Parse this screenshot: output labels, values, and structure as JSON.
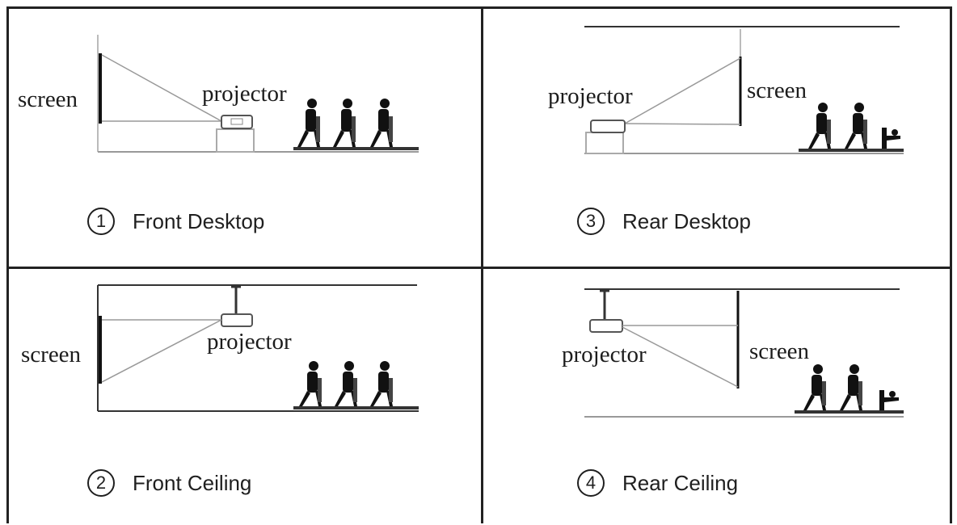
{
  "panels": [
    {
      "id": "front-desktop",
      "number": "1",
      "caption": "Front Desktop",
      "screen_label": "screen",
      "projector_label": "projector"
    },
    {
      "id": "rear-desktop",
      "number": "3",
      "caption": "Rear Desktop",
      "screen_label": "screen",
      "projector_label": "projector"
    },
    {
      "id": "front-ceiling",
      "number": "2",
      "caption": "Front Ceiling",
      "screen_label": "screen",
      "projector_label": "projector"
    },
    {
      "id": "rear-ceiling",
      "number": "4",
      "caption": "Rear Ceiling",
      "screen_label": "screen",
      "projector_label": "projector"
    }
  ]
}
